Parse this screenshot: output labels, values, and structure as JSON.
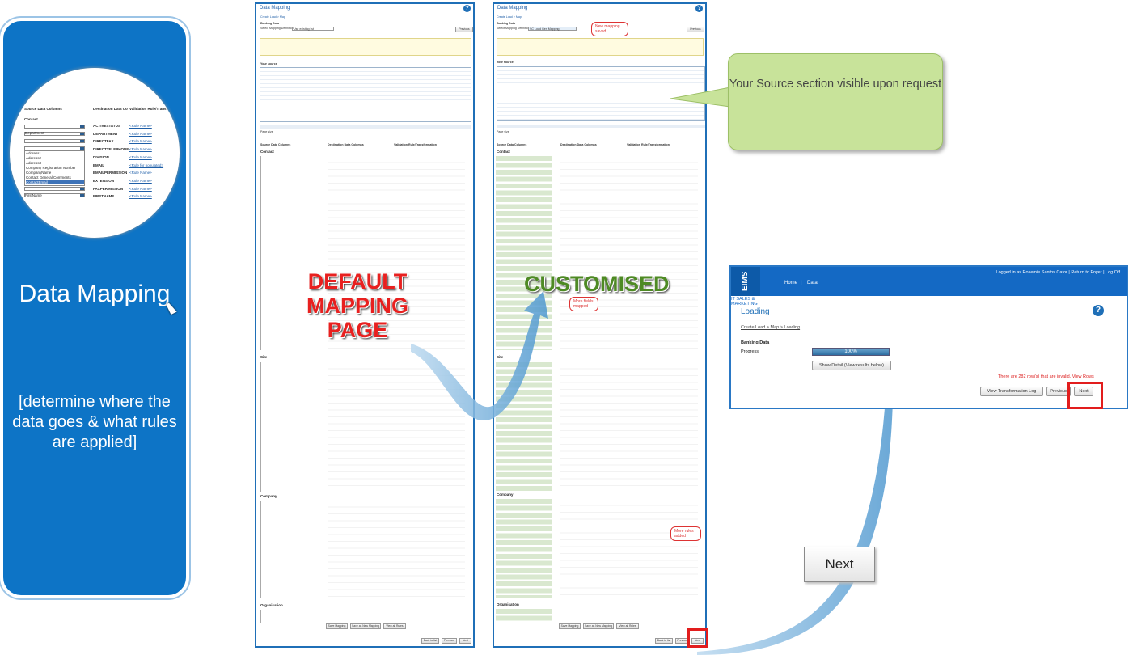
{
  "left_panel": {
    "title": "Data Mapping",
    "subtitle": "[determine where the data goes & what rules are applied]",
    "zoom": {
      "col1": "Source Data Columns",
      "col2": "Destination Data Co",
      "col3": "Validation Rule/Trans",
      "section": "Contact",
      "dropdown_value": "Department",
      "dropdown_items": [
        "Address1",
        "Address2",
        "Address3",
        "Company Registration Number",
        "CompanyName",
        "Contact General Comments",
        "ContactEmail"
      ],
      "bottom_value": "FirstName",
      "fields": [
        "ACTIVESTATUS",
        "DEPARTMENT",
        "DIRECTFAX",
        "DIRECTTELEPHONE",
        "DIVISION",
        "EMAIL",
        "EMAILPERMISSION",
        "EXTENSION",
        "FAXPERMISSION",
        "FIRSTNAME"
      ],
      "rules": [
        "<Rule Name>",
        "<Rule Name>",
        "<Rule Name>",
        "<Rule Name>",
        "<Rule Name>",
        "<Rule for populated>",
        "<Rule Name>",
        "<Rule Name>",
        "<Rule Name>",
        "<Rule Name>"
      ]
    }
  },
  "mockup_default": {
    "title": "Data Mapping",
    "breadcrumb": "Create Load > Map",
    "banking": "Banking Data",
    "mapping_label": "Select Mapping Definition",
    "mapping_value": "Use existing list",
    "previous": "Previous",
    "source_heading": "Your source",
    "page_size": "Page size",
    "cols": [
      "Source Data Columns",
      "Destination Data Columns",
      "Validation Rule/Transformation"
    ],
    "sections": [
      "Contact",
      "Site",
      "Company",
      "Organisation"
    ],
    "buttons": [
      "Save Mapping",
      "Save as New Mapping",
      "View all Rules"
    ],
    "nav": [
      "Back to list",
      "Previous",
      "Next"
    ]
  },
  "mockup_custom": {
    "title": "Data Mapping",
    "breadcrumb": "Create Load > Map",
    "banking": "Banking Data",
    "mapping_label": "Select Mapping Definition",
    "mapping_value": "SC Load Gen Mapping",
    "previous": "Previous",
    "source_heading": "Your source",
    "page_size": "Page size",
    "cols": [
      "Source Data Columns",
      "Destination Data Columns",
      "Validation Rule/Transformation"
    ],
    "sections": [
      "Contact",
      "Site",
      "Company",
      "Organisation"
    ],
    "callouts": [
      "New mapping saved",
      "More fields mapped",
      "More rules added"
    ],
    "buttons": [
      "Save Mapping",
      "Save as New Mapping",
      "View all Rules"
    ],
    "nav": [
      "Back to list",
      "Previous",
      "Next"
    ]
  },
  "labels": {
    "default": "DEFAULT MAPPING PAGE",
    "custom": "CUSTOMISED"
  },
  "bubble": "Your Source section visible upon request",
  "loading": {
    "logo": "EIMS",
    "tagline": "IT SALES & MARKETING",
    "nav_home": "Home",
    "nav_data": "Data",
    "login": "Logged in as Rosemie Santos Cator | Return to Foyer | Log Off",
    "title": "Loading",
    "breadcrumb": "Create Load > Map > Loading",
    "banking": "Banking Data",
    "progress_label": "Progress",
    "progress_value": "100%",
    "progress": 1.0,
    "show_detail": "Show Detail (View results below)",
    "warning": "There are 282 row(s) that are invalid.  View Rows",
    "view_log": "View Transformation Log",
    "previous": "Previous",
    "next": "Next"
  },
  "next_button": "Next",
  "colors": {
    "blue": "#0d74c6",
    "red": "#e21d1d",
    "green": "#4e8a24",
    "bubble": "#c8e39a"
  }
}
